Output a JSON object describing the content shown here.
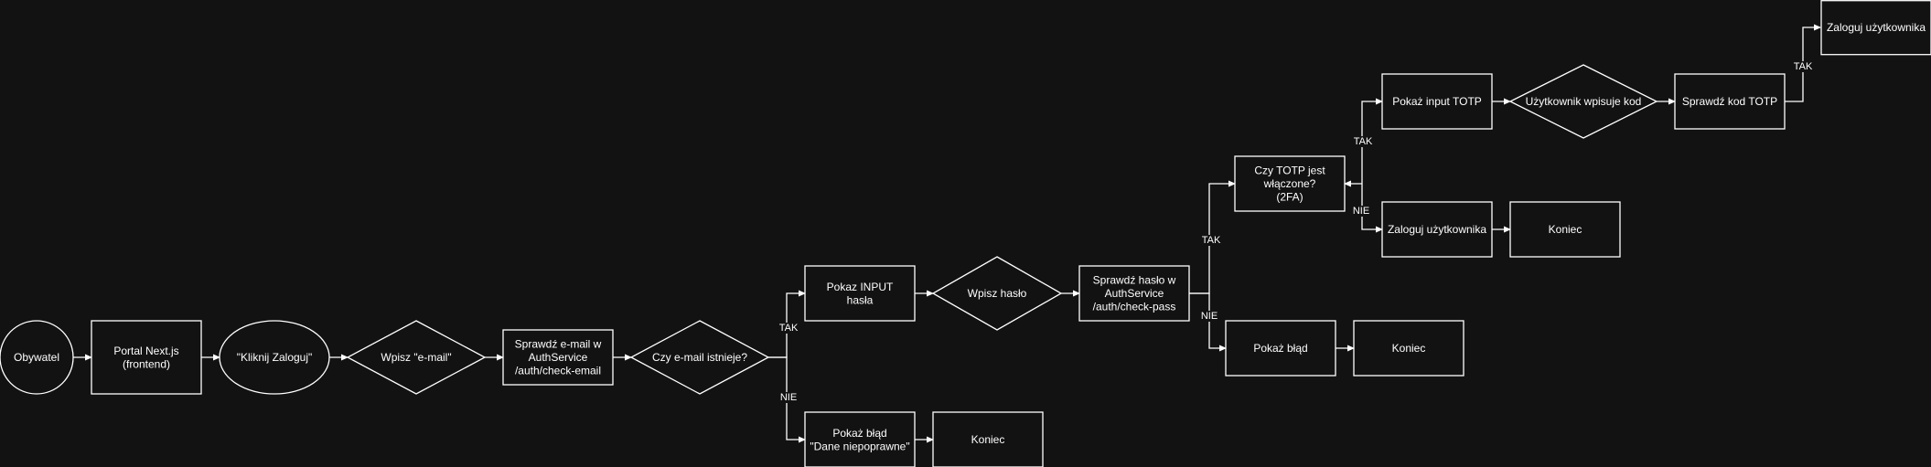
{
  "colors": {
    "background": "#121212",
    "stroke": "#ffffff",
    "highlight_stroke": "#d97a2b",
    "text": "#ffffff"
  },
  "nodes": {
    "obywatel": [
      "Obywatel"
    ],
    "portal": [
      "Portal Next.js",
      "(frontend)"
    ],
    "kliknij": [
      "\"Kliknij Zaloguj\""
    ],
    "wpisz_email": [
      "Wpisz \"e-mail\""
    ],
    "sprawdz_email": [
      "Sprawdź e-mail w",
      "AuthService",
      "/auth/check-email"
    ],
    "czy_email": [
      "Czy e-mail istnieje?"
    ],
    "pokaz_input": [
      "Pokaz INPUT",
      "hasła"
    ],
    "pokaz_blad_1": [
      "Pokaż błąd",
      "\"Dane niepoprawne\""
    ],
    "koniec_1": [
      "Koniec"
    ],
    "wpisz_haslo": [
      "Wpisz hasło"
    ],
    "sprawdz_haslo": [
      "Sprawdź hasło w",
      "AuthService",
      "/auth/check-pass"
    ],
    "czy_totp": [
      "Czy TOTP jest",
      "włączone?",
      "(2FA)"
    ],
    "pokaz_blad_2": [
      "Pokaż błąd"
    ],
    "koniec_2": [
      "Koniec"
    ],
    "pokaz_totp": [
      "Pokaż input TOTP"
    ],
    "wpisuje_kod": [
      "Użytkownik wpisuje kod"
    ],
    "sprawdz_totp": [
      "Sprawdź kod TOTP"
    ],
    "zaloguj_1": [
      "Zaloguj użytkownika"
    ],
    "zaloguj_2": [
      "Zaloguj użytkownika"
    ],
    "koniec_3": [
      "Koniec"
    ]
  },
  "edge_labels": {
    "email_tak": "TAK",
    "email_nie": "NIE",
    "haslo_tak": "TAK",
    "haslo_nie": "NIE",
    "totp_tak": "TAK",
    "totp_nie": "NIE",
    "kod_tak": "TAK"
  }
}
